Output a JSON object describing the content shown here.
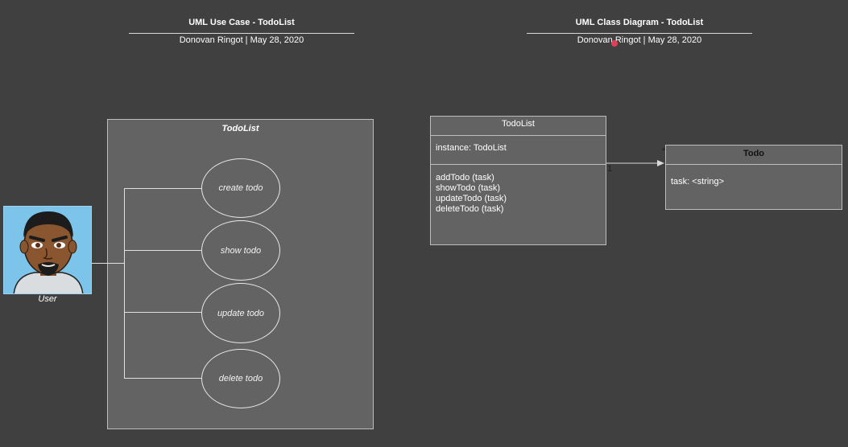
{
  "usecase_header": {
    "title": "UML Use Case - TodoList",
    "subtitle": "Donovan Ringot  |  May 28, 2020"
  },
  "class_header": {
    "title": "UML Class Diagram - TodoList",
    "subtitle": "Donovan Ringot  |  May 28, 2020"
  },
  "system": {
    "name": "TodoList"
  },
  "actor": {
    "name": "User"
  },
  "use_cases": [
    "create todo",
    "show todo",
    "update todo",
    "delete todo"
  ],
  "class_todolist": {
    "name": "TodoList",
    "attributes": [
      "instance: TodoList"
    ],
    "methods": [
      "addTodo (task)",
      "showTodo (task)",
      "updateTodo (task)",
      "deleteTodo  (task)"
    ]
  },
  "class_todo": {
    "name": "Todo",
    "attributes": [
      "task: <string>"
    ]
  },
  "association": {
    "source_multiplicity": "1",
    "target_multiplicity": "*"
  },
  "colors": {
    "background": "#404040",
    "shape_fill": "#636363",
    "cursor_dot": "#e0405a"
  }
}
